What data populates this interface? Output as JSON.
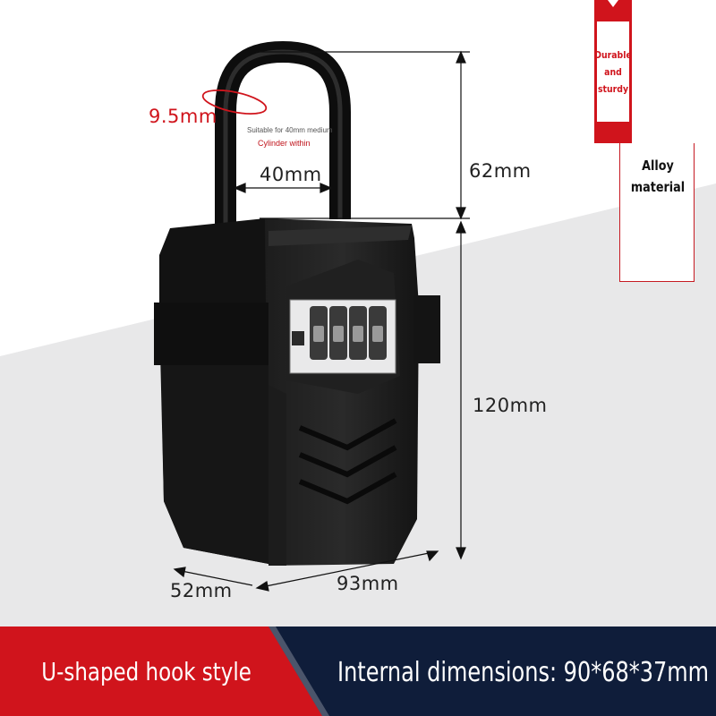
{
  "dimensions": {
    "shackle_diameter": "9.5mm",
    "shackle_width": "40mm",
    "shackle_height": "62mm",
    "body_height": "120mm",
    "body_depth": "52mm",
    "body_width": "93mm"
  },
  "notes": {
    "suitable_line": "Suitable for 40mm medium",
    "cylinder_line": "Cylinder within"
  },
  "tags": {
    "durable_line1": "Durable",
    "durable_line2": "and",
    "durable_line3": "sturdy",
    "alloy_line1": "Alloy",
    "alloy_line2": "material"
  },
  "banner": {
    "left_text": "U-shaped hook style",
    "right_text": "Internal dimensions: 90*68*37mm"
  },
  "colors": {
    "brand_red": "#d0141c",
    "banner_navy": "#0f1d3a",
    "lock_black": "#161616"
  }
}
